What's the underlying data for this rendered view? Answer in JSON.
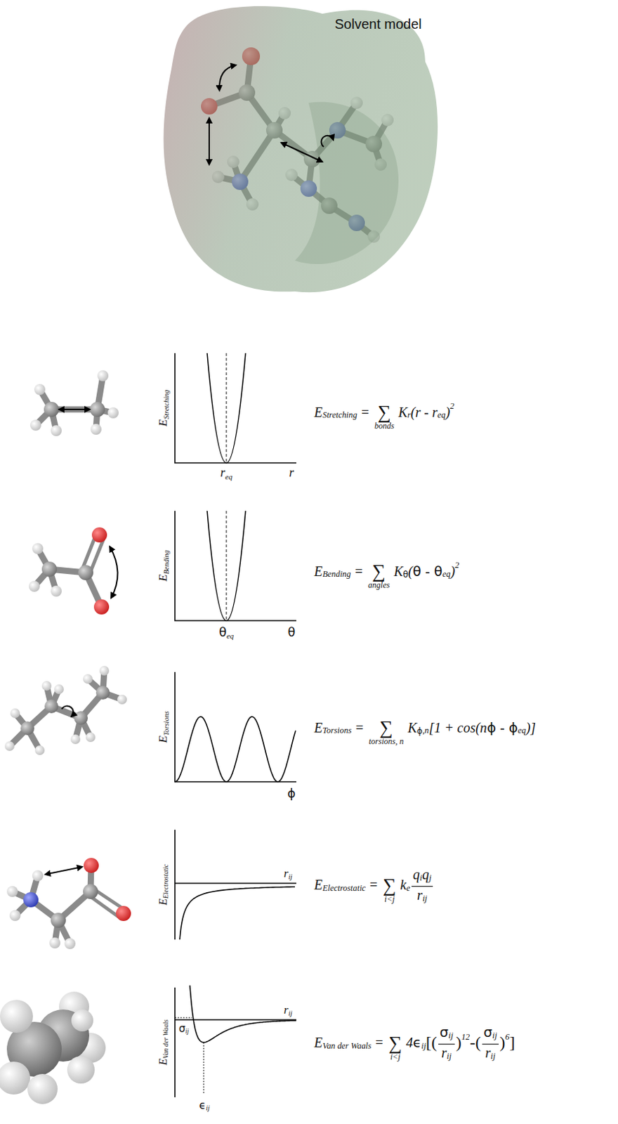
{
  "diagram": {
    "labels": [
      "Solvent model",
      "E",
      "Stretching",
      "r",
      "eq",
      "r",
      "E",
      "Stretching",
      "=",
      "∑",
      "bonds",
      "K",
      "r",
      "(r - r",
      "eq",
      ")",
      "2",
      "E",
      "Bending",
      "θ",
      "eq",
      "θ",
      "E",
      "Bending",
      "=",
      "∑",
      "angles",
      "K",
      "θ",
      "(",
      "θ",
      "-",
      "θ",
      "eq",
      ")",
      "2",
      "E",
      "Torsions",
      "ϕ",
      "E",
      "Torsions",
      "=",
      "∑",
      "torsions, n",
      "K",
      "ϕ",
      ",n",
      "[1 + cos(n",
      "ϕ",
      "-",
      "ϕ",
      "eq",
      ")]",
      "E",
      "Electrostatic",
      "r",
      "ij",
      "E",
      "Electrostatic",
      "=",
      "∑",
      "i<j",
      "k",
      "e",
      "q",
      "i",
      "q",
      "j",
      "r",
      "ij",
      "E",
      "Van der Waals",
      "r",
      "ij",
      "σ",
      "ij",
      "ϵ",
      "ij",
      "E",
      "Van der Waals",
      "=",
      "∑",
      "i<j",
      "4",
      "ϵ",
      "ij",
      "[(",
      "σ",
      "ij",
      "r",
      "ij",
      ")",
      "12",
      "-(",
      "σ",
      "ij",
      "r",
      "ij",
      ")",
      "6",
      "]"
    ]
  }
}
